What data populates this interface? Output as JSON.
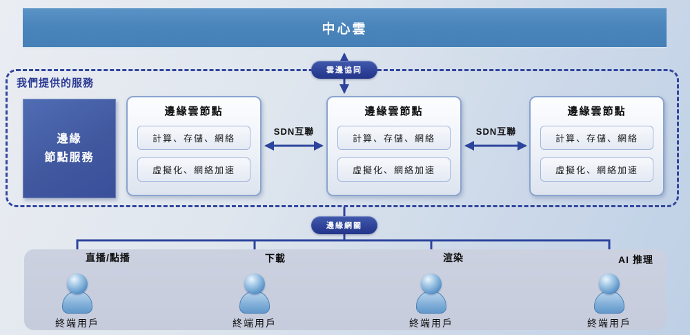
{
  "colors": {
    "central_cloud_bar": "#4a85bb",
    "connector_line": "#2c449c",
    "dashed_border": "#31459d",
    "service_box_fill": "#41589f",
    "node_border": "#8aa4cd",
    "bottom_band_fill": "#c9cede",
    "person_icon": "#5e96ca"
  },
  "central_cloud": {
    "label": "中心雲"
  },
  "cloud_edge_link": {
    "label": "雲邊協同"
  },
  "services_region": {
    "title": "我們提供的服務",
    "service_box_line1": "邊緣",
    "service_box_line2": "節點服務"
  },
  "edge_nodes": [
    {
      "title": "邊緣雲節點",
      "rows": [
        "計算、存儲、網絡",
        "虛擬化、網絡加速"
      ]
    },
    {
      "title": "邊緣雲節點",
      "rows": [
        "計算、存儲、網絡",
        "虛擬化、網絡加速"
      ]
    },
    {
      "title": "邊緣雲節點",
      "rows": [
        "計算、存儲、網絡",
        "虛擬化、網絡加速"
      ]
    }
  ],
  "sdn_links": [
    {
      "label": "SDN互聯"
    },
    {
      "label": "SDN互聯"
    }
  ],
  "edge_gateway": {
    "label": "邊緣網關"
  },
  "user_groups": [
    {
      "category": "直播/點播",
      "user_label": "終端用戶"
    },
    {
      "category": "下載",
      "user_label": "終端用戶"
    },
    {
      "category": "渲染",
      "user_label": "終端用戶"
    },
    {
      "category": "AI 推理",
      "user_label": "終端用戶"
    }
  ]
}
